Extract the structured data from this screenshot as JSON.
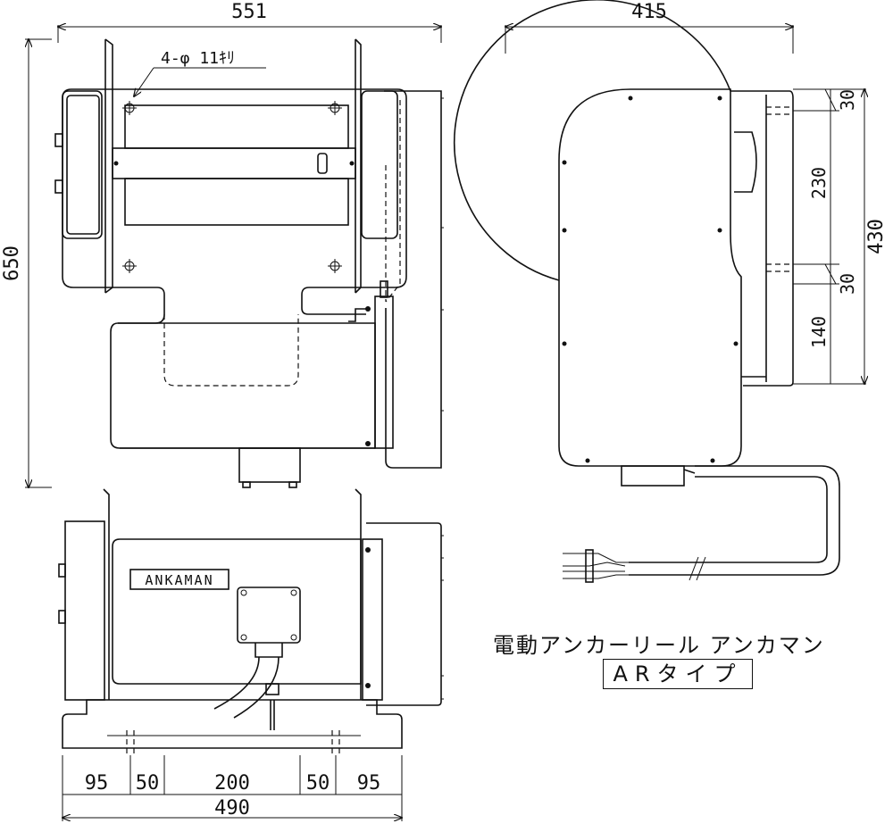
{
  "top_view": {
    "width_dim": "551",
    "height_dim": "650",
    "hole_note": "4-φ 11ｷﾘ"
  },
  "side_view": {
    "width_dim": "415",
    "height_total_dim": "430",
    "segment_dims": [
      "30",
      "230",
      "30",
      "140"
    ]
  },
  "front_view": {
    "nameplate": "ANKAMAN",
    "bottom_dims": [
      "95",
      "50",
      "200",
      "50",
      "95"
    ],
    "total_dim": "490"
  },
  "product_name": "電動アンカーリール アンカマン",
  "type_label": "ARタイプ"
}
